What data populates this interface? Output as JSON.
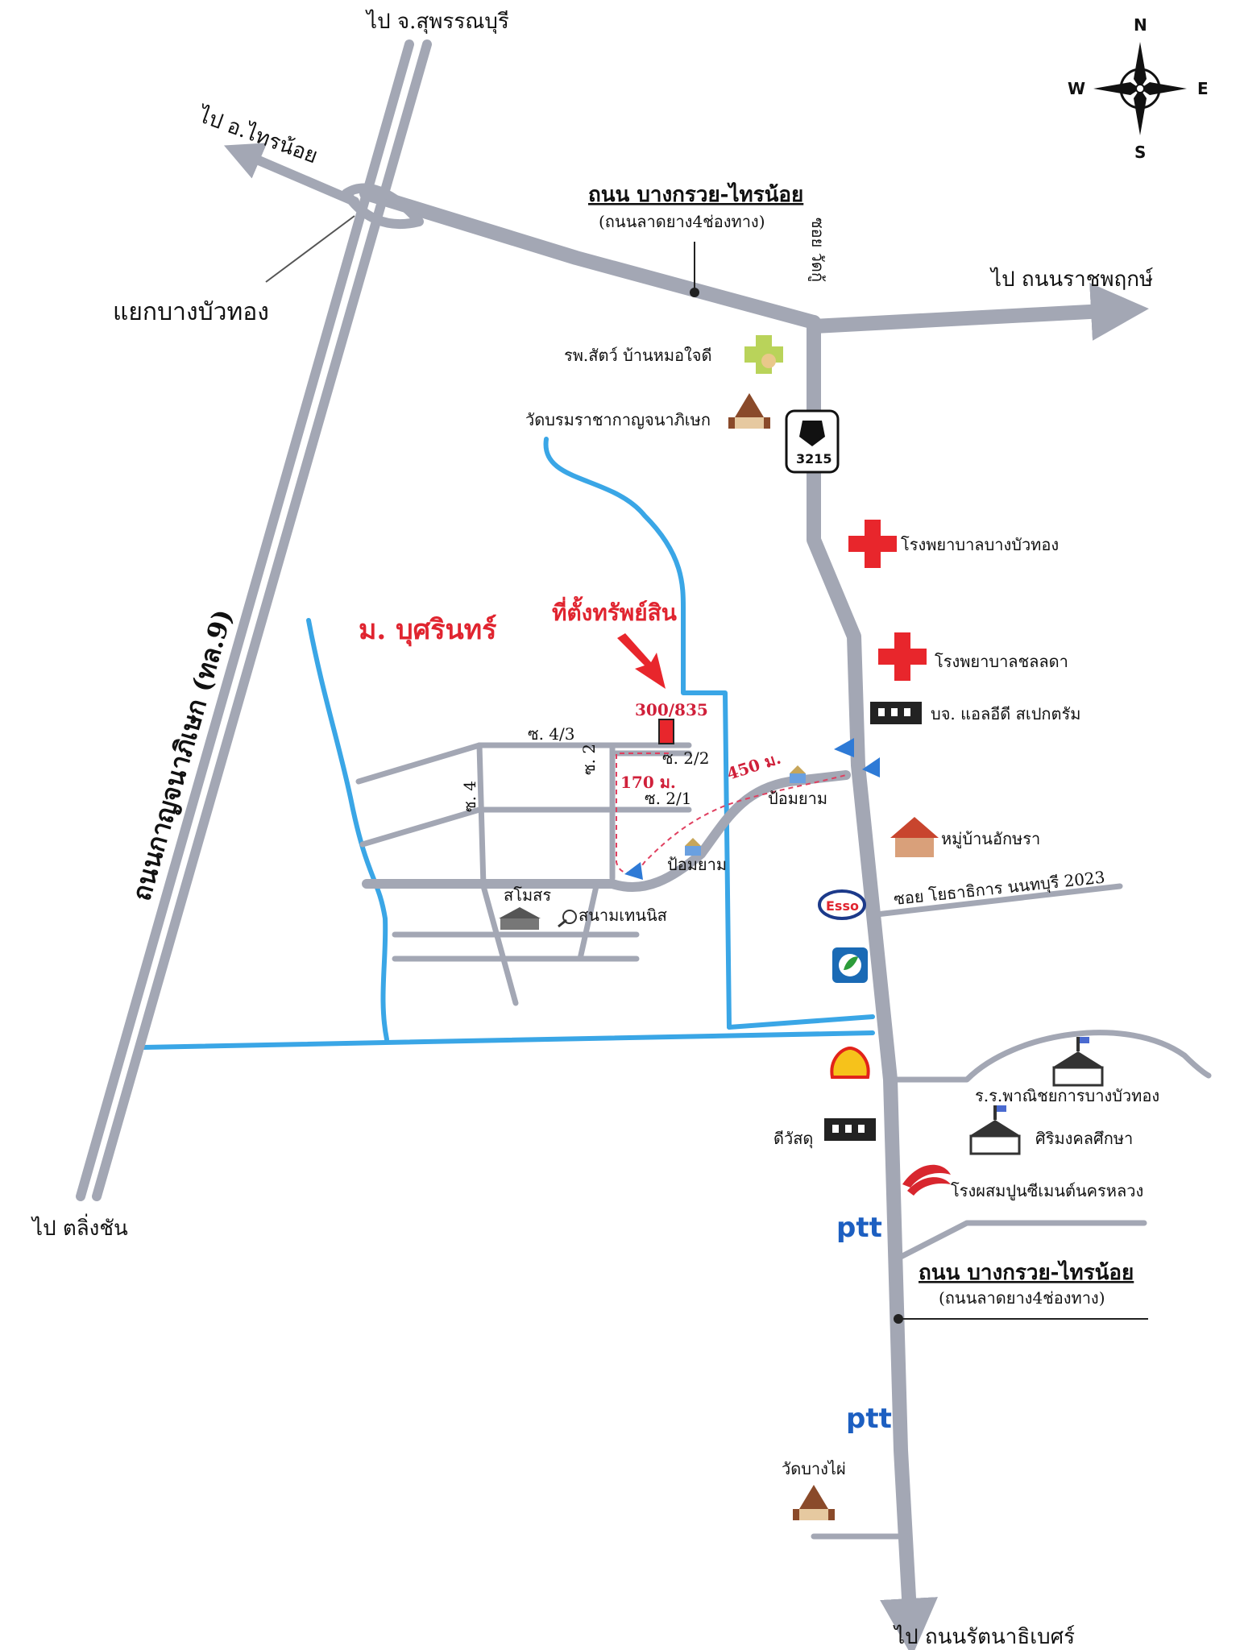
{
  "compass": {
    "n": "N",
    "e": "E",
    "s": "S",
    "w": "W"
  },
  "labels": {
    "to_suphanburi": "ไป จ.สุพรรณบุรี",
    "to_sainoi": "ไป อ.ไทรน้อย",
    "bang_bua_thong_junction": "แยกบางบัวทอง",
    "road_bangkruai_sainoi_top": "ถนน บางกรวย-ไทรน้อย",
    "road_bangkruai_sainoi_top_sub": "(ถนนลาดยาง4ช่องทาง)",
    "soi_wat_ku": "ซอย วัดกู้",
    "to_ratchaphruek": "ไป ถนนราชพฤกษ์",
    "animal_hospital": "รพ.สัตว์ บ้านหมอใจดี",
    "wat_borom": "วัดบรมราชากาญจนาภิเษก",
    "route_number": "3215",
    "kanchanaphisek_road": "ถนนกาญจนาภิเษก (ทล.9)",
    "bang_bua_thong_hospital": "โรงพยาบาลบางบัวทอง",
    "chonlada_hospital": "โรงพยาบาลชลลดา",
    "led_spectrum": "บจ. แอลอีดี สเปกตรัม",
    "village_name": "ม. บุศรินทร์",
    "property_location": "ที่ตั้งทรัพย์สิน",
    "property_number": "300/835",
    "soi_4_3": "ซ. 4/3",
    "soi_2_2": "ซ. 2/2",
    "soi_2": "ซ. 2",
    "soi_2_1": "ซ. 2/1",
    "soi_4": "ซ. 4",
    "dist_170": "170 ม.",
    "dist_450": "450 ม.",
    "guard_post_1": "ป้อมยาม",
    "guard_post_2": "ป้อมยาม",
    "aksara_village": "หมู่บ้านอักษรา",
    "soi_yothathikan": "ซอย โยธาธิการ นนทบุรี 2023",
    "club_house": "สโมสร",
    "tennis_court": "สนามเทนนิส",
    "to_taling_chan": "ไป ตลิ่งชัน",
    "commercial_school": "ร.ร.พาณิชยการบางบัวทอง",
    "sirimongkol_school": "ศิริมงคลศึกษา",
    "d_wasadu": "ดีวัสดุ",
    "cement_plant": "โรงผสมปูนซีเมนต์นครหลวง",
    "road_bangkruai_sainoi_bottom": "ถนน บางกรวย-ไทรน้อย",
    "road_bangkruai_sainoi_bottom_sub": "(ถนนลาดยาง4ช่องทาง)",
    "wat_bang_phai": "วัดบางไผ่",
    "to_rattanathibet": "ไป ถนนรัตนาธิเบศร์",
    "esso": "Esso",
    "ptt": "ptt"
  },
  "colors": {
    "road": "#a3a7b4",
    "river": "#3aa6e6",
    "accent_red": "#e0242f",
    "hospital_red": "#e8262c"
  }
}
